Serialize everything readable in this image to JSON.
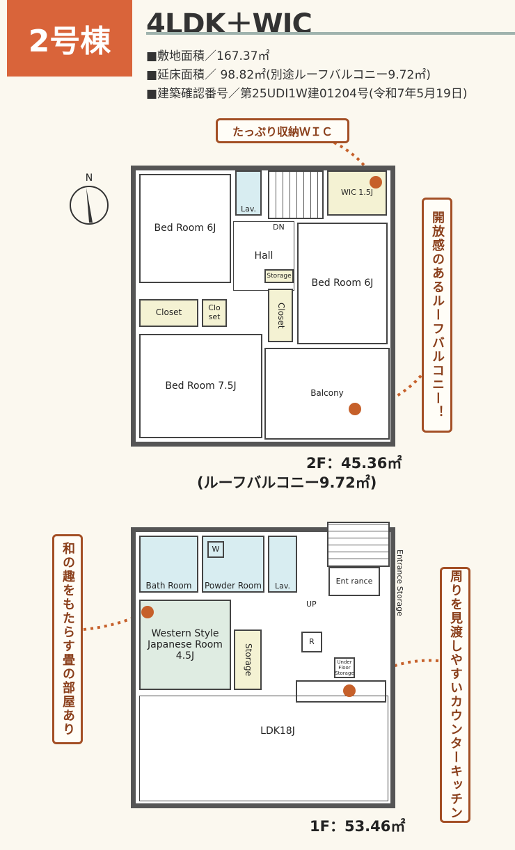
{
  "badge": "2号棟",
  "title": "4LDK＋WIC",
  "info": [
    "■敷地面積／167.37㎡",
    "■延床面積／ 98.82㎡(別途ルーフバルコニー9.72㎡)",
    "■建築確認番号／第25UDI1W建01204号(令和7年5月19日)"
  ],
  "compass": "N",
  "callouts": {
    "wic": "たっぷり収納ＷＩＣ",
    "balcony": "開放感のあるルーフバルコニー！",
    "tatami": "和の趣をもたらす畳の部屋あり",
    "kitchen": "周りを見渡しやすいカウンターキッチン"
  },
  "floor2": {
    "bed1": "Bed Room 6J",
    "closet1": "Closet",
    "closet2": "Clo set",
    "bed2": "Bed Room 7.5J",
    "lav": "Lav.",
    "wic": "WIC 1.5J",
    "dn": "DN",
    "hall": "Hall",
    "storage": "Storage",
    "closet3": "Closet",
    "bed3": "Bed Room 6J",
    "balcony": "Balcony",
    "area": "2F：45.36㎡",
    "roof": "(ルーフバルコニー9.72㎡)"
  },
  "floor1": {
    "bath": "Bath Room",
    "powder": "Powder Room",
    "w": "W",
    "lav": "Lav.",
    "entrance": "Ent rance",
    "entrance_storage": "Entrance Storage",
    "up": "UP",
    "japanese": "Western Style Japanese Room 4.5J",
    "storage": "Storage",
    "r": "R",
    "underfloor": "Under Floor Storage",
    "ldk": "LDK18J",
    "area": "1F：53.46㎡"
  },
  "colors": {
    "accent": "#d9643a",
    "callout": "#a34f25"
  }
}
